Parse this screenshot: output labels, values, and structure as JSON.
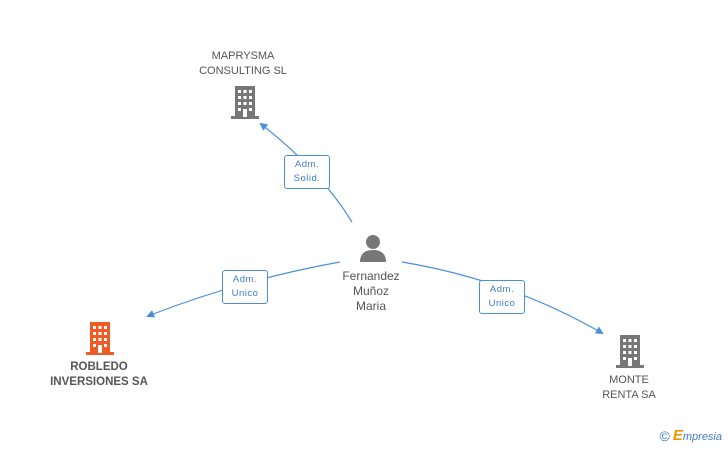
{
  "colors": {
    "line": "#4a90d9",
    "building_gray": "#777777",
    "building_highlight": "#f15a24",
    "person": "#777777"
  },
  "nodes": {
    "maprysma": {
      "line1": "MAPRYSMA",
      "line2": "CONSULTING SL",
      "icon": "building-icon"
    },
    "person": {
      "line1": "Fernandez",
      "line2": "Muñoz",
      "line3": "Maria",
      "icon": "person-icon"
    },
    "robledo": {
      "line1": "ROBLEDO",
      "line2": "INVERSIONES SA",
      "icon": "building-icon"
    },
    "monte": {
      "line1": "MONTE",
      "line2": "RENTA SA",
      "icon": "building-icon"
    }
  },
  "relations": {
    "maprysma": {
      "line1": "Adm.",
      "line2": "Solid."
    },
    "robledo": {
      "line1": "Adm.",
      "line2": "Unico"
    },
    "monte": {
      "line1": "Adm.",
      "line2": "Unico"
    }
  },
  "footer": {
    "copyright": "©",
    "brand_first": "E",
    "brand_rest": "mpresia"
  }
}
